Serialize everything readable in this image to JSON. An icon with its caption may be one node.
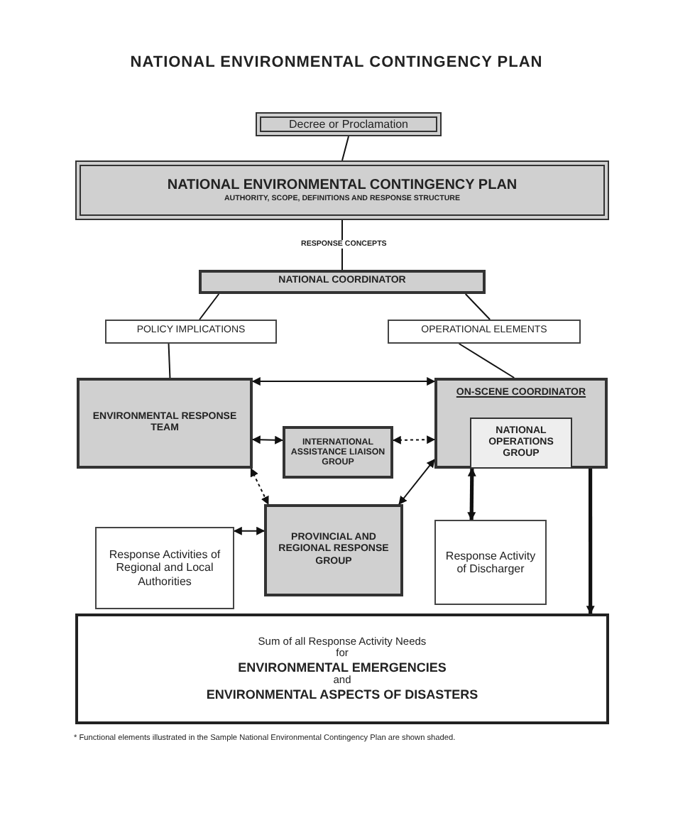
{
  "diagram": {
    "title": "NATIONAL ENVIRONMENTAL CONTINGENCY PLAN",
    "nodes": [
      {
        "text": [
          "Decree or Proclamation"
        ]
      },
      {
        "text": [
          "NATIONAL ENVIRONMENTAL CONTINGENCY PLAN",
          "AUTHORITY, SCOPE, DEFINITIONS AND RESPONSE STRUCTURE"
        ]
      },
      {
        "text": [
          "NATIONAL COORDINATOR"
        ]
      },
      {
        "text": [
          "POLICY IMPLICATIONS"
        ]
      },
      {
        "text": [
          "OPERATIONAL ELEMENTS"
        ]
      },
      {
        "text": [
          "ENVIRONMENTAL RESPONSE TEAM"
        ]
      },
      {
        "text": [
          "ON-SCENE COORDINATOR"
        ]
      },
      {
        "text": [
          "NATIONAL OPERATIONS GROUP"
        ],
        "in": 6
      },
      {
        "text": [
          "INTERNATIONAL ASSISTANCE LIAISON GROUP"
        ]
      },
      {
        "text": [
          "PROVINCIAL AND REGIONAL RESPONSE GROUP"
        ]
      },
      {
        "text": [
          "Response Activities of Regional and Local Authorities"
        ]
      },
      {
        "text": [
          "Response Activity of Discharger"
        ]
      },
      {
        "text": [
          "Sum of all Response Activity Needs",
          "for",
          "ENVIRONMENTAL EMERGENCIES",
          "and",
          "ENVIRONMENTAL ASPECTS OF DISASTERS"
        ]
      }
    ],
    "edges": [
      {
        "from": 0,
        "to": 1,
        "arrow": "none"
      },
      {
        "from": 1,
        "to": 2,
        "arrow": "none",
        "label": "RESPONSE CONCEPTS"
      },
      {
        "from": 2,
        "to": 3,
        "arrow": "none"
      },
      {
        "from": 2,
        "to": 4,
        "arrow": "none"
      },
      {
        "from": 3,
        "to": 5,
        "arrow": "none"
      },
      {
        "from": 4,
        "to": 6,
        "arrow": "none"
      },
      {
        "from": 5,
        "to": 6,
        "arrow": "both"
      },
      {
        "from": 5,
        "to": 8,
        "arrow": "both"
      },
      {
        "from": 8,
        "to": 6,
        "arrow": "both",
        "style": "dashed"
      },
      {
        "from": 5,
        "to": 9,
        "arrow": "both",
        "style": "dashed"
      },
      {
        "from": 9,
        "to": 6,
        "arrow": "both"
      },
      {
        "from": 7,
        "to": 11,
        "arrow": "both",
        "style": "thick"
      },
      {
        "from": 6,
        "to": 12,
        "arrow": "to",
        "style": "thick"
      },
      {
        "from": 10,
        "to": 9,
        "arrow": "both"
      }
    ],
    "labels": [
      "* Functional elements illustrated in the Sample National Environmental Contingency Plan are shown shaded."
    ]
  }
}
